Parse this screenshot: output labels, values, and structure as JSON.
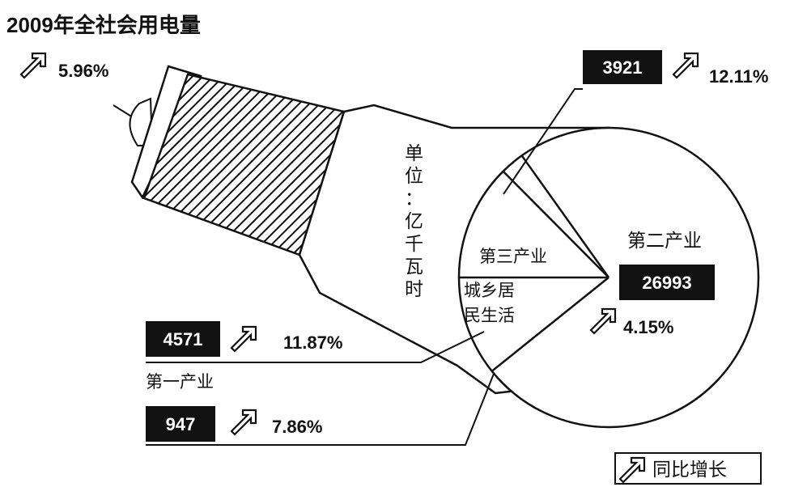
{
  "chart_data": {
    "type": "pie",
    "title": "2009年全社会用电量",
    "unit_label": "单位：亿千瓦时",
    "total_growth": "5.96%",
    "legend": "同比增长",
    "slices": [
      {
        "name": "第二产业",
        "value": 26993,
        "value_label": "26993",
        "growth": "4.15%"
      },
      {
        "name": "第三产业",
        "value": 3921,
        "value_label": "3921",
        "growth": "12.11%"
      },
      {
        "name": "城乡居民生活",
        "value": 4571,
        "value_label": "4571",
        "growth": "11.87%"
      },
      {
        "name": "第一产业",
        "value": 947,
        "value_label": "947",
        "growth": "7.86%"
      }
    ]
  },
  "labels": {
    "secondary": "第二产业",
    "tertiary": "第三产业",
    "residential_line1": "城乡居",
    "residential_line2": "民生活",
    "primary": "第一产业",
    "unit_chars": [
      "单",
      "位",
      "：",
      "亿",
      "千",
      "瓦",
      "时"
    ]
  }
}
